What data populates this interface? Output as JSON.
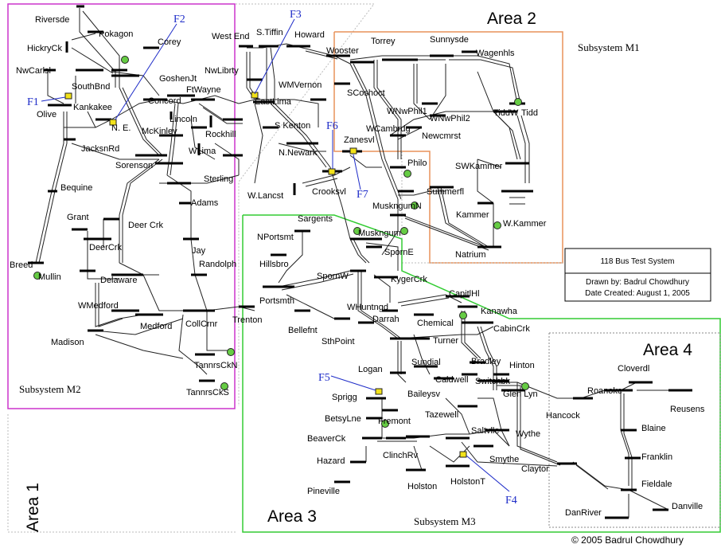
{
  "title_box": {
    "title": "118 Bus Test System",
    "drawn_by": "Drawn by: Badrul Chowdhury",
    "date_created": "Date Created: August 1, 2005"
  },
  "copyright": "© 2005 Badrul Chowdhury",
  "areas": [
    "Area 1",
    "Area 2",
    "Area 3",
    "Area 4"
  ],
  "subsystems": [
    "Subsystem M1",
    "Subsystem M2",
    "Subsystem M3"
  ],
  "colors": {
    "area1_border": "#bbbbbb",
    "m1_border": "#e8925a",
    "m2_border": "#cc33cc",
    "m3_border": "#33cc33",
    "area4_border": "#888888",
    "fault_text": "#1e2cc8",
    "fault_marker": "#f2e21a",
    "generator": "#66cc44"
  },
  "faults": [
    "F1",
    "F2",
    "F3",
    "F4",
    "F5",
    "F6",
    "F7"
  ],
  "bus_names": [
    "Riversde",
    "Pokagon",
    "HickryCk",
    "Corey",
    "NwCarlsl",
    "SouthBnd",
    "GoshenJt",
    "Olive",
    "Kankakee",
    "Concord",
    "N. E.",
    "McKinley",
    "JacksnRd",
    "Lincoln",
    "FtWayne",
    "Sorenson",
    "WLima",
    "Rockhill",
    "Sterling",
    "Adams",
    "Bequine",
    "Grant",
    "DeerCrk",
    "Deer Crk",
    "Breed",
    "Mullin",
    "Delaware",
    "WMedford",
    "Medford",
    "Madison",
    "Randolph",
    "Jay",
    "CollCrnr",
    "Trenton",
    "TannrsCkN",
    "TannrsCkS",
    "West End",
    "S.Tiffin",
    "Howard",
    "NwLibrty",
    "EastLima",
    "WMVernon",
    "S Kenton",
    "N.Newark",
    "W.Lancst",
    "Crooksvl",
    "Zanesvl",
    "Wooster",
    "Torrey",
    "Sunnysde",
    "Wagenhls",
    "SCoshoct",
    "WNwPhil1",
    "WNwPhil2",
    "WCambrdg",
    "Newcmrst",
    "Tidd",
    "TiddW",
    "Philo",
    "SWKammer",
    "Summerfl",
    "Kammer",
    "W.Kammer",
    "Muskngum",
    "MuskngumN",
    "Natrium",
    "Sargents",
    "NPortsmt",
    "Hillsbro",
    "Portsmth",
    "SpornW",
    "SpornE",
    "KygerCrk",
    "CapitlHl",
    "Kanawha",
    "WHuntngd",
    "Darrah",
    "Chemical",
    "CabinCrk",
    "Bellefnt",
    "SthPoint",
    "Turner",
    "Logan",
    "Sundial",
    "Bradley",
    "Hinton",
    "Caldwell",
    "Baileysv",
    "Switchbk",
    "Sprigg",
    "Fremont",
    "BetsyLne",
    "Glen Lyn",
    "Tazewell",
    "BeaverCk",
    "ClinchRv",
    "Saltvlle",
    "Smythe",
    "Wythe",
    "Claytor",
    "Hazard",
    "Pineville",
    "Holston",
    "HolstonT",
    "Hancock",
    "Roanoke",
    "Cloverdl",
    "Reusens",
    "Blaine",
    "Franklin",
    "Fieldale",
    "DanRiver",
    "Danville"
  ]
}
